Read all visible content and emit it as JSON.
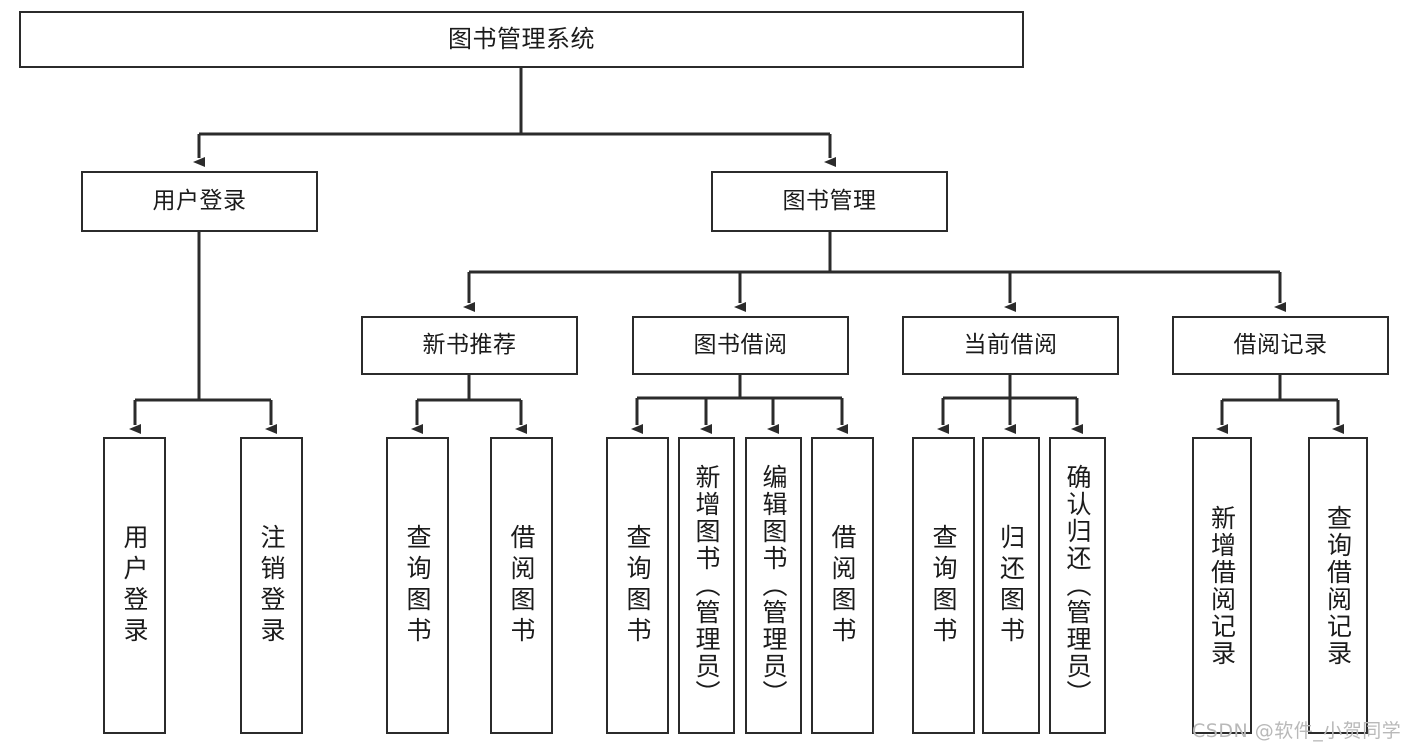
{
  "diagram": {
    "title": "图书管理系统",
    "type": "tree-hierarchy-diagram",
    "background_color": "#ffffff",
    "line_color": "#2b2b2b",
    "text_color": "#1b1b1b",
    "levels": {
      "root": {
        "label": "图书管理系统"
      },
      "level2": [
        {
          "label": "用户登录"
        },
        {
          "label": "图书管理"
        }
      ],
      "level3": [
        {
          "label": "新书推荐"
        },
        {
          "label": "图书借阅"
        },
        {
          "label": "当前借阅"
        },
        {
          "label": "借阅记录"
        }
      ],
      "leaves": [
        {
          "label": "用户登录",
          "parent": "用户登录"
        },
        {
          "label": "注销登录",
          "parent": "用户登录"
        },
        {
          "label": "查询图书",
          "parent": "新书推荐"
        },
        {
          "label": "借阅图书",
          "parent": "新书推荐"
        },
        {
          "label": "查询图书",
          "parent": "图书借阅"
        },
        {
          "label": "新增图书（管理员）",
          "parent": "图书借阅"
        },
        {
          "label": "编辑图书（管理员）",
          "parent": "图书借阅"
        },
        {
          "label": "借阅图书",
          "parent": "图书借阅"
        },
        {
          "label": "查询图书",
          "parent": "当前借阅"
        },
        {
          "label": "归还图书",
          "parent": "当前借阅"
        },
        {
          "label": "确认归还（管理员）",
          "parent": "当前借阅"
        },
        {
          "label": "新增借阅记录",
          "parent": "借阅记录"
        },
        {
          "label": "查询借阅记录",
          "parent": "借阅记录"
        }
      ]
    }
  },
  "watermark": {
    "text": "CSDN @软件_小贺同学"
  }
}
